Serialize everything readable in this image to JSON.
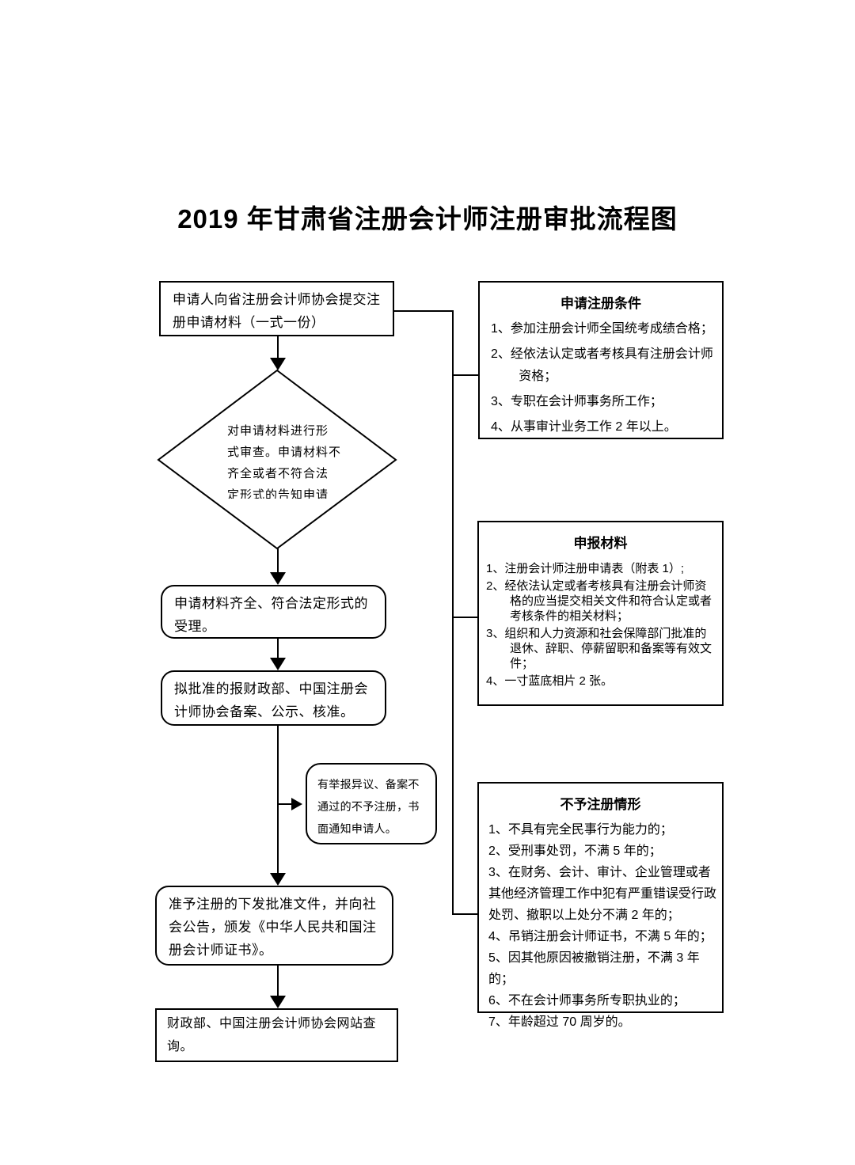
{
  "page": {
    "title": "2019 年甘肃省注册会计师注册审批流程图"
  },
  "flow": {
    "submit_box": "申请人向省注册会计师协会提交注册申请材料（一式一份）",
    "review_diamond_lines": [
      "对申请材料进行形",
      "式审查。申请材料不",
      "齐全或者不符合法",
      "定形式的告知申请"
    ],
    "accept_box": "申请材料齐全、符合法定形式的受理。",
    "record_box": "拟批准的报财政部、中国注册会计师协会备案、公示、核准。",
    "objection_box": "有举报异议、备案不通过的不予注册，书面通知申请人。",
    "certificate_box": "准予注册的下发批准文件，并向社会公告，颁发《中华人民共和国注册会计师证书》。",
    "query_box": "财政部、中国注册会计师协会网站查询。"
  },
  "panels": {
    "conditions": {
      "title": "申请注册条件",
      "items": [
        "1、参加注册会计师全国统考成绩合格；",
        "2、经依法认定或者考核具有注册会计师资格；",
        "3、专职在会计师事务所工作；",
        "4、从事审计业务工作 2 年以上。"
      ]
    },
    "materials": {
      "title": "申报材料",
      "items": [
        "1、注册会计师注册申请表（附表 1）;",
        "2、经依法认定或者考核具有注册会计师资格的应当提交相关文件和符合认定或者考核条件的相关材料；",
        "3、组织和人力资源和社会保障部门批准的退休、辞职、停薪留职和备案等有效文件；",
        "4、一寸蓝底相片 2 张。"
      ]
    },
    "rejections": {
      "title": "不予注册情形",
      "items": [
        "1、不具有完全民事行为能力的；",
        "2、受刑事处罚，不满 5 年的；",
        "3、在财务、会计、审计、企业管理或者其他经济管理工作中犯有严重错误受行政处罚、撤职以上处分不满 2 年的；",
        "4、吊销注册会计师证书，不满 5 年的；",
        "5、因其他原因被撤销注册，不满 3 年的；",
        "6、不在会计师事务所专职执业的；",
        "7、年龄超过 70 周岁的。"
      ]
    }
  },
  "colors": {
    "line": "#000000",
    "background": "#ffffff"
  }
}
